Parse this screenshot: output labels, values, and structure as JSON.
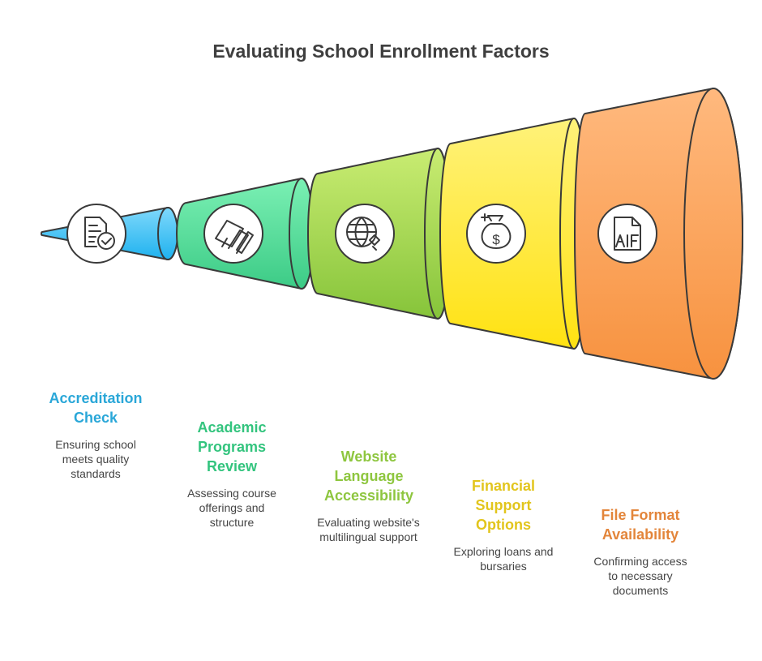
{
  "title": "Evaluating School Enrollment Factors",
  "steps": [
    {
      "title": "Accreditation Check",
      "description": "Ensuring school meets quality standards",
      "color": "#2aa7d8",
      "fill_top": "#7fd8fb",
      "fill_bottom": "#1fb2ef",
      "icon": "document-check-icon"
    },
    {
      "title": "Academic Programs Review",
      "description": "Assessing course offerings and structure",
      "color": "#33c47e",
      "fill_top": "#7bf0b4",
      "fill_bottom": "#3ccb86",
      "icon": "open-book-icon"
    },
    {
      "title": "Website Language Accessibility",
      "description": "Evaluating website's multilingual support",
      "color": "#8ec63f",
      "fill_top": "#c9ec72",
      "fill_bottom": "#86c43a",
      "icon": "globe-link-icon"
    },
    {
      "title": "Financial Support Options",
      "description": "Exploring loans and bursaries",
      "color": "#e2c51c",
      "fill_top": "#fff27a",
      "fill_bottom": "#ffe212",
      "icon": "money-bag-icon"
    },
    {
      "title": "File Format Availability",
      "description": "Confirming access to necessary documents",
      "color": "#e3853a",
      "fill_top": "#ffb97e",
      "fill_bottom": "#f7923f",
      "icon": "aif-file-icon"
    }
  ]
}
